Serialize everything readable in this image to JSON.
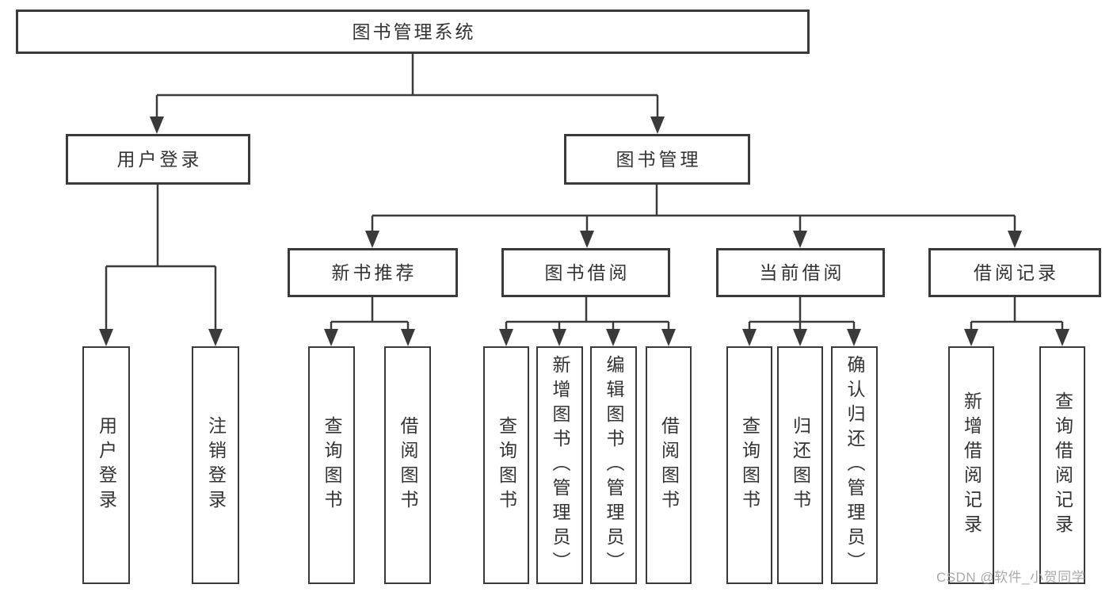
{
  "diagram": {
    "root": "图书管理系统",
    "branches": {
      "user_login": "用户登录",
      "book_mgmt": "图书管理"
    },
    "modules": {
      "new_books": "新书推荐",
      "borrowing": "图书借阅",
      "current": "当前借阅",
      "records": "借阅记录"
    },
    "functions": {
      "user_login": [
        "用户登录",
        "注销登录"
      ],
      "new_books": [
        "查询图书",
        "借阅图书"
      ],
      "borrowing": [
        "查询图书",
        "新增图书（管理员）",
        "编辑图书（管理员）",
        "借阅图书"
      ],
      "current": [
        "查询图书",
        "归还图书",
        "确认归还（管理员）"
      ],
      "records": [
        "新增借阅记录",
        "查询借阅记录"
      ]
    },
    "watermark": "CSDN @软件_小贺同学",
    "colors": {
      "line": "#3a3a3a",
      "text": "#333333",
      "node_background": "#ffffff",
      "watermark": "#a9a9a9"
    }
  }
}
